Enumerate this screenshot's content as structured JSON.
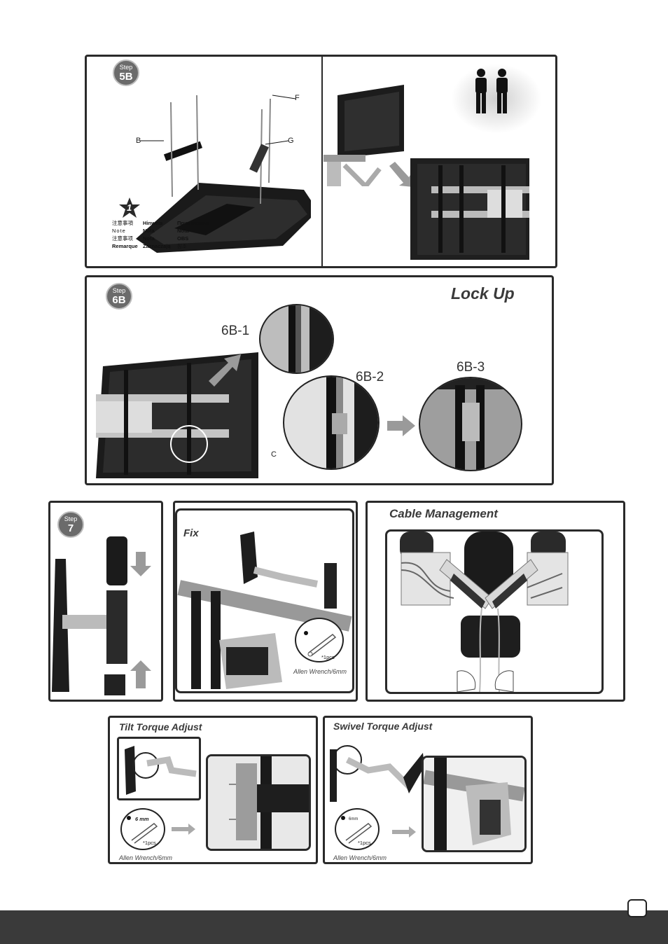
{
  "step5b": {
    "badge_top": "Step",
    "badge_num": "5B",
    "labels": {
      "f": "F",
      "b": "B",
      "g": "G"
    },
    "note_icon_glyph": "1",
    "notes": [
      [
        "注意事項",
        "Hinweis",
        "Примечание"
      ],
      [
        "Note",
        "Nota",
        "Nota"
      ],
      [
        "注意事项",
        "Nota",
        "OBS"
      ],
      [
        "Remarque",
        "Zaznaczają",
        "참조"
      ]
    ]
  },
  "step6b": {
    "badge_top": "Step",
    "badge_num": "6B",
    "title": "Lock Up",
    "sub1": "6B-1",
    "sub2": "6B-2",
    "sub3": "6B-3",
    "label_c": "C"
  },
  "step7": {
    "badge_top": "Step",
    "badge_num": "7"
  },
  "fix": {
    "title": "Fix",
    "pcs": "*1pcs",
    "caption": "Allen Wrench/6mm"
  },
  "cable": {
    "title": "Cable Management"
  },
  "tilt": {
    "title": "Tilt Torque Adjust",
    "size": "6 mm",
    "pcs": "*1pcs",
    "caption": "Allen Wrench/6mm"
  },
  "swivel": {
    "title": "Swivel Torque Adjust",
    "size": "6mm",
    "pcs": "*1pcs",
    "caption": "Allen Wrench/6mm"
  },
  "colors": {
    "footer": "#3a3a3a",
    "badge": "#6b6b6b",
    "border": "#2a2a2a"
  }
}
